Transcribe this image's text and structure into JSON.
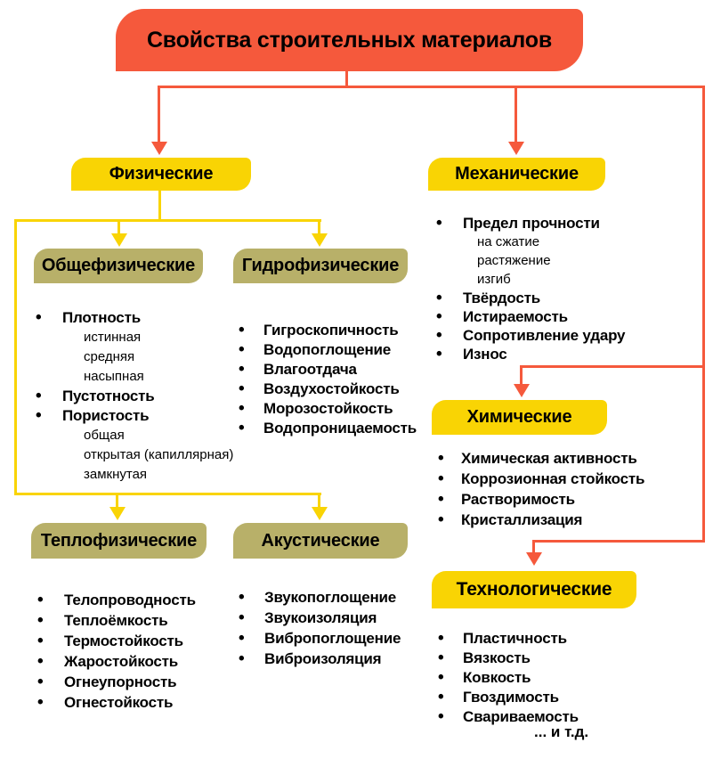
{
  "title": "Свойства строительных материалов",
  "colors": {
    "coral": "#F5593C",
    "yellow": "#F9D404",
    "olive": "#B8B069",
    "text": "#000000",
    "background": "#FFFFFF"
  },
  "groups": {
    "physical": {
      "label": "Физические"
    },
    "mechanical": {
      "label": "Механические",
      "items": [
        "Предел прочности",
        "на сжатие",
        "растяжение",
        "изгиб",
        "Твёрдость",
        "Истираемость",
        "Сопротивление удару",
        "Износ"
      ]
    },
    "general_physical": {
      "label": "Общефизические",
      "items": [
        "Плотность",
        "истинная",
        "средняя",
        "насыпная",
        "Пустотность",
        "Пористость",
        "общая",
        "открытая (капиллярная)",
        "замкнутая"
      ]
    },
    "hydrophysical": {
      "label": "Гидрофизические",
      "items": [
        "Гигроскопичность",
        "Водопоглощение",
        "Влагоотдача",
        "Воздухостойкость",
        "Морозостойкость",
        "Водопроницаемость"
      ]
    },
    "thermophysical": {
      "label": "Теплофизические",
      "items": [
        "Телопроводность",
        "Теплоёмкость",
        "Термостойкость",
        "Жаростойкость",
        "Огнеупорность",
        "Огнестойкость"
      ]
    },
    "acoustic": {
      "label": "Акустические",
      "items": [
        "Звукопоглощение",
        "Звукоизоляция",
        "Вибропоглощение",
        "Виброизоляция"
      ]
    },
    "chemical": {
      "label": "Химические",
      "items": [
        "Химическая активность",
        "Коррозионная стойкость",
        "Растворимость",
        "Кристаллизация"
      ]
    },
    "technological": {
      "label": "Технологические",
      "items": [
        "Пластичность",
        "Вязкость",
        "Ковкость",
        "Гвоздимость",
        "Свариваемость"
      ],
      "footer": "... и т.д."
    }
  }
}
